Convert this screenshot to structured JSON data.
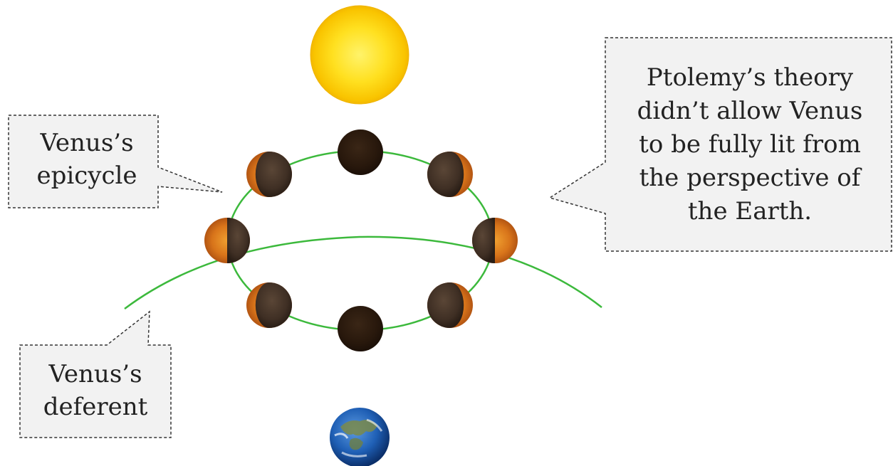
{
  "callouts": {
    "epicycle": "Venus’s\nepicycle",
    "deferent": "Venus’s\ndeferent",
    "ptolemy": "Ptolemy’s theory\ndidn’t allow Venus\nto be fully lit from\nthe perspective of\nthe Earth."
  },
  "colors": {
    "orbit_line": "#3cb93c",
    "sun": "#ffd400",
    "venus_dark": "#4a382c",
    "venus_lit": "#e0801c",
    "earth_ocean": "#1f5fb5",
    "callout_fill": "#f2f2f2",
    "callout_border": "#333333"
  },
  "icons": {
    "sun": "sun-icon",
    "venus": "venus-phase-icon",
    "earth": "earth-icon"
  },
  "venus_phases": [
    {
      "name": "new",
      "lit_fraction": 0
    },
    {
      "name": "crescent-upper-right",
      "lit_fraction": 0.2
    },
    {
      "name": "half-right",
      "lit_fraction": 0.5
    },
    {
      "name": "crescent-lower-right",
      "lit_fraction": 0.2
    },
    {
      "name": "new",
      "lit_fraction": 0
    },
    {
      "name": "crescent-lower-left",
      "lit_fraction": 0.2
    },
    {
      "name": "half-left",
      "lit_fraction": 0.5
    },
    {
      "name": "crescent-upper-left",
      "lit_fraction": 0.2
    }
  ]
}
